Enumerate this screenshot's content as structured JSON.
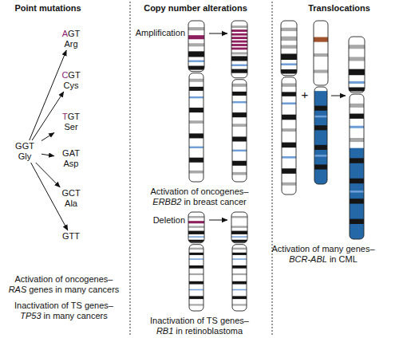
{
  "diagram": {
    "nodes": [
      {
        "text": [
          "GGT",
          "Gly"
        ]
      },
      {
        "text": [
          "AGT",
          "Arg"
        ]
      },
      {
        "text": [
          "CGT",
          "Cys"
        ]
      },
      {
        "text": [
          "TGT",
          "Ser"
        ]
      },
      {
        "text": [
          "GAT",
          "Asp"
        ]
      },
      {
        "text": [
          "GCT",
          "Ala"
        ]
      },
      {
        "text": [
          "GTT"
        ]
      }
    ],
    "edges": [
      {
        "from": 0,
        "to": 1,
        "arrow": "to"
      },
      {
        "from": 0,
        "to": 2,
        "arrow": "to"
      },
      {
        "from": 0,
        "to": 3,
        "arrow": "to"
      },
      {
        "from": 0,
        "to": 4,
        "arrow": "to"
      },
      {
        "from": 0,
        "to": 5,
        "arrow": "to"
      },
      {
        "from": 0,
        "to": 6,
        "arrow": "to"
      }
    ],
    "labels": [
      "Point mutations",
      "Copy number alterations",
      "Translocations",
      "Activation of oncogenes–",
      "RAS",
      "genes in many cancers",
      "Inactivation of TS genes–",
      "TP53",
      "in many cancers",
      "Amplification",
      "Activation of oncogenes–",
      "ERBB2",
      "in breast cancer",
      "Deletion",
      "Inactivation of TS genes–",
      "RB1",
      "in retinoblastoma",
      "Activation of many genes–",
      "BCR-ABL",
      "in CML",
      "+"
    ]
  }
}
